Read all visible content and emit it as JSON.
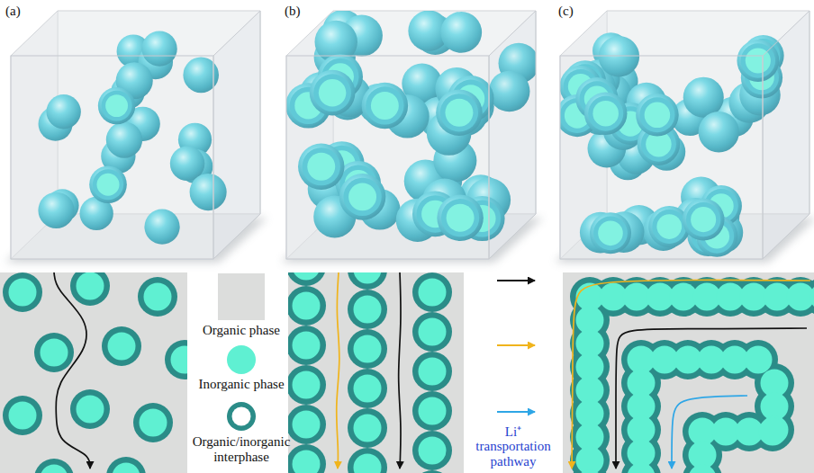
{
  "diagram": {
    "labels": [
      "(a)",
      "(b)",
      "(c)"
    ],
    "legend": [
      {
        "text": "Organic phase",
        "color": "#dcdddc"
      },
      {
        "text": "Inorganic phase",
        "color": "#5ff0d2"
      },
      {
        "text": "Organic/inorganic interphase"
      },
      {
        "text": "Li⁺ transportation pathway"
      }
    ]
  }
}
